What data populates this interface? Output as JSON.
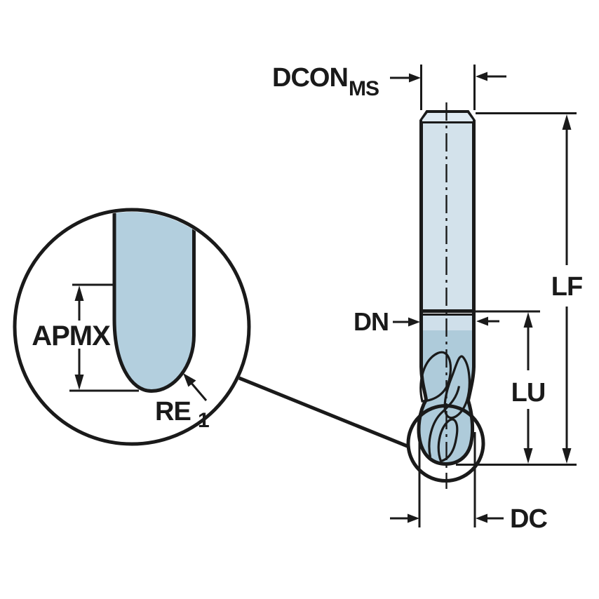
{
  "figure": {
    "type": "tool-dimension-drawing",
    "subject": "ball-nose-end-mill",
    "labels": {
      "dcon": {
        "main": "DCON",
        "sub": "MS"
      },
      "lf": "LF",
      "dn": "DN",
      "lu": "LU",
      "dc": "DC",
      "apmx": "APMX",
      "re": {
        "main": "RE",
        "sub": "1"
      }
    },
    "colors": {
      "line": "#1a1a1a",
      "shank_fill": "#d3e2eb",
      "chamfer_fill": "#dfeaf2",
      "neck_fill": "#cfdfea",
      "flute_fill": "#aecbda",
      "magnified_fill": "#b3cfde",
      "background": "#ffffff"
    }
  }
}
